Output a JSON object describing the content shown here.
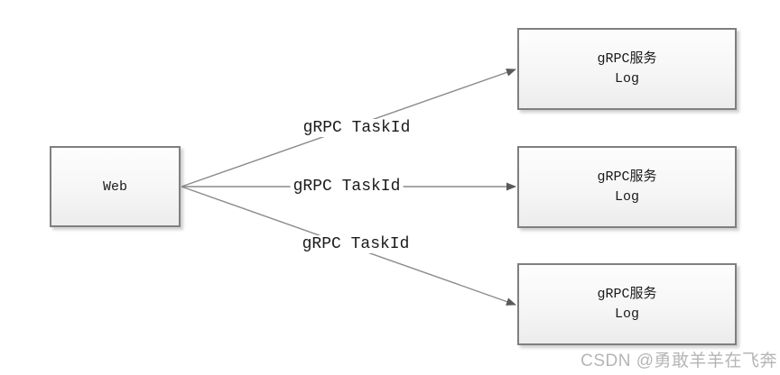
{
  "diagram": {
    "web_node": {
      "label": "Web"
    },
    "service_nodes": [
      {
        "line1": "gRPC服务",
        "line2": "Log"
      },
      {
        "line1": "gRPC服务",
        "line2": "Log"
      },
      {
        "line1": "gRPC服务",
        "line2": "Log"
      }
    ],
    "edges": [
      {
        "label": "gRPC TaskId",
        "from": "Web",
        "to": "service-top"
      },
      {
        "label": "gRPC TaskId",
        "from": "Web",
        "to": "service-middle"
      },
      {
        "label": "gRPC TaskId",
        "from": "Web",
        "to": "service-bottom"
      }
    ],
    "colors": {
      "node_border": "#7f7f7f",
      "node_fill_top": "#fdfdfd",
      "node_fill_bottom": "#ececec",
      "edge_line": "#8a8a8a",
      "arrowhead": "#5a5a5a",
      "text": "#1a1a1a",
      "watermark": "#b5b5b5"
    }
  },
  "watermark": {
    "text": "CSDN @勇敢羊羊在飞奔"
  }
}
